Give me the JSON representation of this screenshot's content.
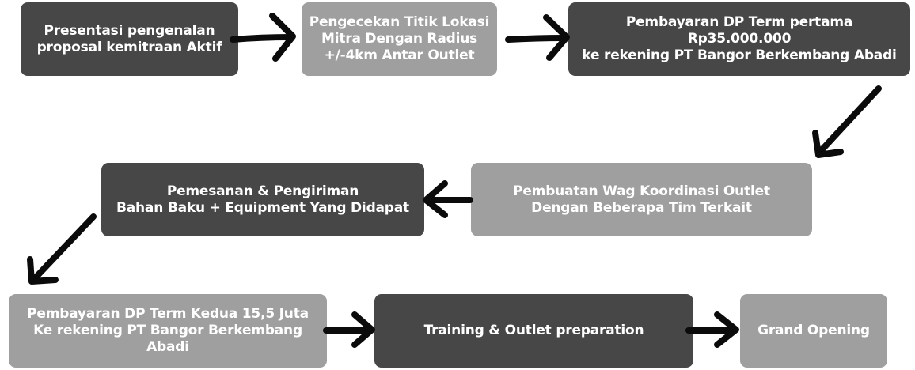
{
  "steps": [
    {
      "id": "presentasi",
      "text": "Presentasi pengenalan\nproposal kemitraan Aktif",
      "shade": "dark"
    },
    {
      "id": "pengecekan",
      "text": "Pengecekan Titik Lokasi\nMitra Dengan Radius\n+/-4km Antar Outlet",
      "shade": "light"
    },
    {
      "id": "pembayaran-dp1",
      "text": "Pembayaran DP Term pertama Rp35.000.000\nke rekening PT Bangor Berkembang Abadi",
      "shade": "dark"
    },
    {
      "id": "pembuatan-wag",
      "text": "Pembuatan Wag Koordinasi Outlet\nDengan Beberapa Tim Terkait",
      "shade": "light"
    },
    {
      "id": "pemesanan",
      "text": "Pemesanan & Pengiriman\nBahan Baku + Equipment Yang Didapat",
      "shade": "dark"
    },
    {
      "id": "pembayaran-dp2",
      "text": "Pembayaran DP Term Kedua 15,5 Juta\nKe rekening PT Bangor Berkembang Abadi",
      "shade": "light"
    },
    {
      "id": "training",
      "text": "Training & Outlet preparation",
      "shade": "dark"
    },
    {
      "id": "grand-opening",
      "text": "Grand Opening",
      "shade": "light"
    }
  ],
  "colors": {
    "dark": "#474747",
    "light": "#9f9f9f",
    "arrow": "#0b0b0b",
    "text": "#ffffff"
  }
}
